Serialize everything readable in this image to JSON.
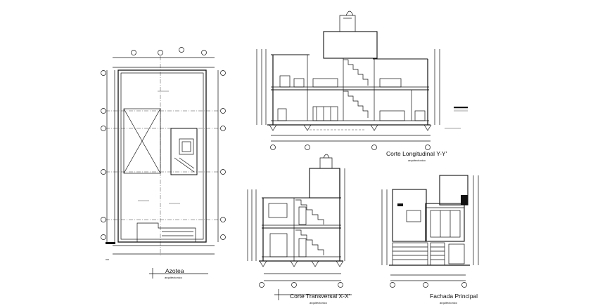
{
  "drawing": {
    "views": [
      {
        "title": "Azotea",
        "subtitle": "arquitectonico"
      },
      {
        "title": "Corte Longitudinal Y-Y'",
        "subtitle": "arquitectonico"
      },
      {
        "title": "Corte Transversal X-X'",
        "subtitle": "arquitectonico"
      },
      {
        "title": "Fachada Principal",
        "subtitle": "arquitectonico"
      }
    ]
  },
  "colors": {
    "line": "#111111",
    "background": "#ffffff"
  }
}
